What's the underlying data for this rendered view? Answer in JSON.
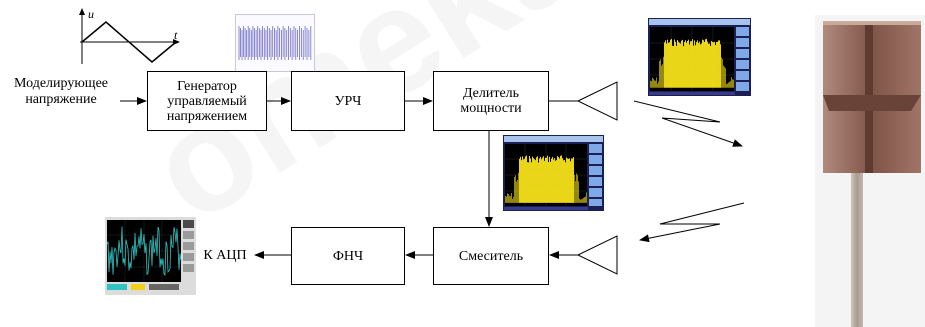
{
  "diagram": {
    "input_label": "Моделирующее\nнапряжение",
    "vco_block": "Генератор\nуправляемый\nнапряжением",
    "amp_block": "УРЧ",
    "splitter_block": "Делитель\nмощности",
    "mixer_block": "Смеситель",
    "lpf_block": "ФНЧ",
    "output_label": "К АЦП",
    "graph_labels": {
      "y": "u",
      "x": "t"
    },
    "spectrum_color": "#f7e21b",
    "waveform_color": "#2ec4c4"
  },
  "watermark": "omeka"
}
